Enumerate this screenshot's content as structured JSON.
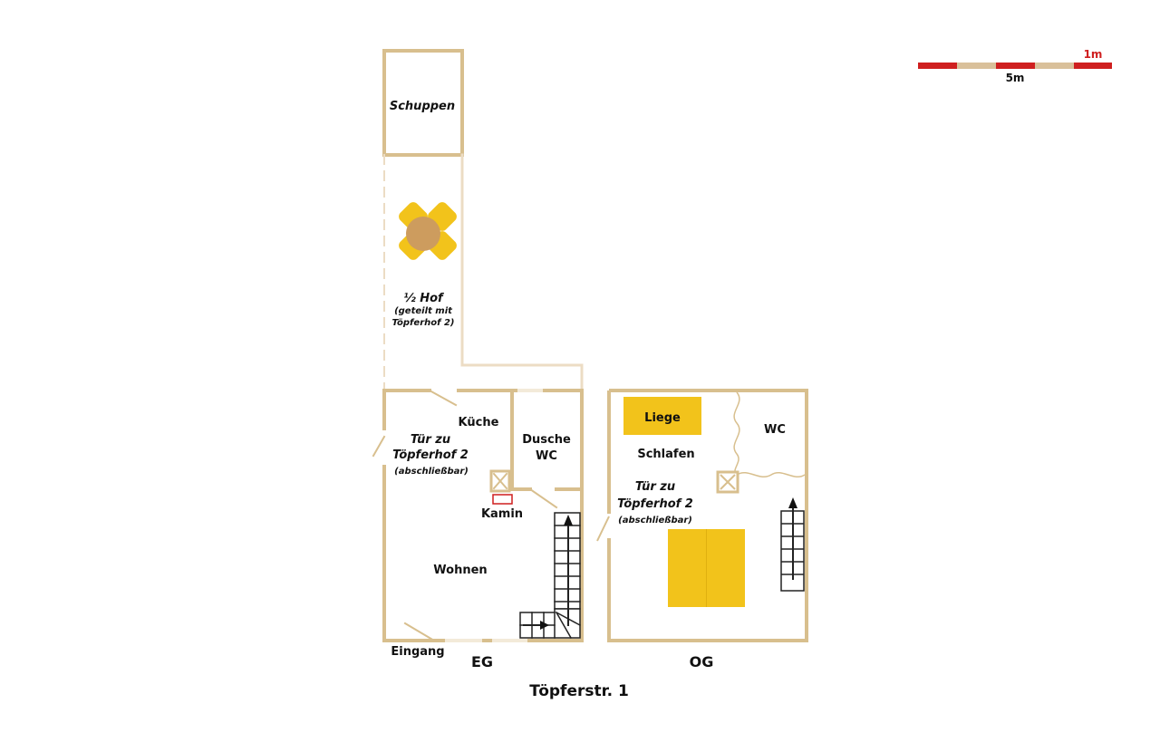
{
  "title": "Töpferstr. 1",
  "scale": {
    "major_label": "5m",
    "minor_label": "1m"
  },
  "floors": {
    "ground": "EG",
    "upper": "OG"
  },
  "rooms": {
    "schuppen": "Schuppen",
    "hof": "½ Hof",
    "hof_note_1": "(geteilt mit",
    "hof_note_2": "Töpferhof 2)",
    "kueche": "Küche",
    "dusche": "Dusche",
    "wc_eg": "WC",
    "kamin": "Kamin",
    "wohnen": "Wohnen",
    "eingang": "Eingang",
    "liege": "Liege",
    "schlafen": "Schlafen",
    "wc_og": "WC"
  },
  "doors": {
    "eg": {
      "line1": "Tür zu",
      "line2": "Töpferhof 2",
      "note": "(abschließbar)"
    },
    "og": {
      "line1": "Tür zu",
      "line2": "Töpferhof 2",
      "note": "(abschließbar)"
    }
  },
  "colors": {
    "wall": "#d8bf8e",
    "wall_light": "#ecdcc4",
    "furniture": "#f2c31b",
    "table": "#cd9c5e",
    "scale_red": "#cf1f1f",
    "scale_tan": "#d9c09a"
  }
}
